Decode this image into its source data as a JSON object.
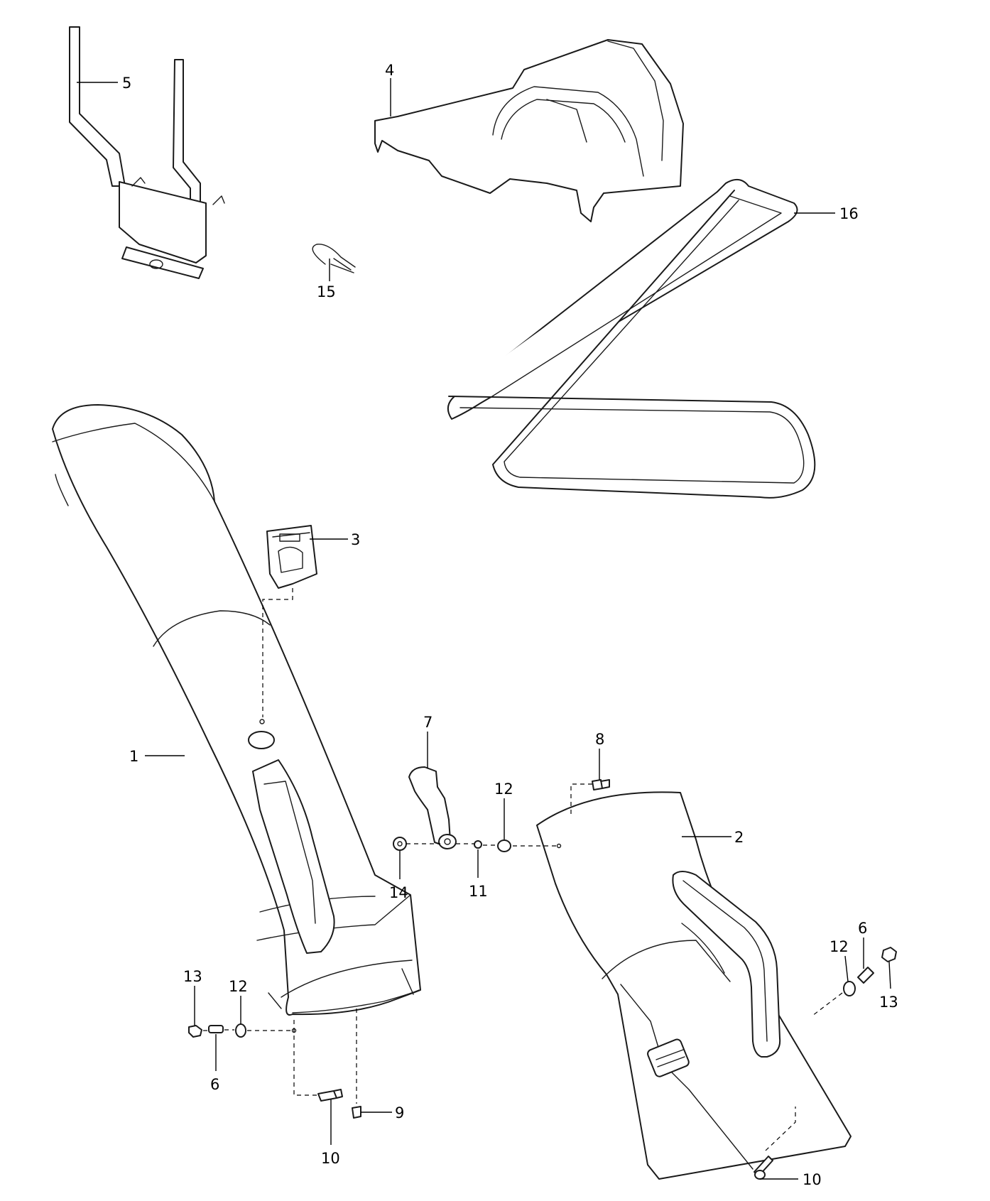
{
  "callouts": {
    "c1": "1",
    "c2": "2",
    "c3": "3",
    "c4": "4",
    "c5": "5",
    "c6a": "6",
    "c6b": "6",
    "c7": "7",
    "c8": "8",
    "c9": "9",
    "c10a": "10",
    "c10b": "10",
    "c11": "11",
    "c12a": "12",
    "c12b": "12",
    "c12c": "12",
    "c13a": "13",
    "c13b": "13",
    "c14": "14",
    "c15": "15",
    "c16": "16"
  },
  "colors": {
    "line": "#1a1a1a",
    "background": "#ffffff"
  }
}
